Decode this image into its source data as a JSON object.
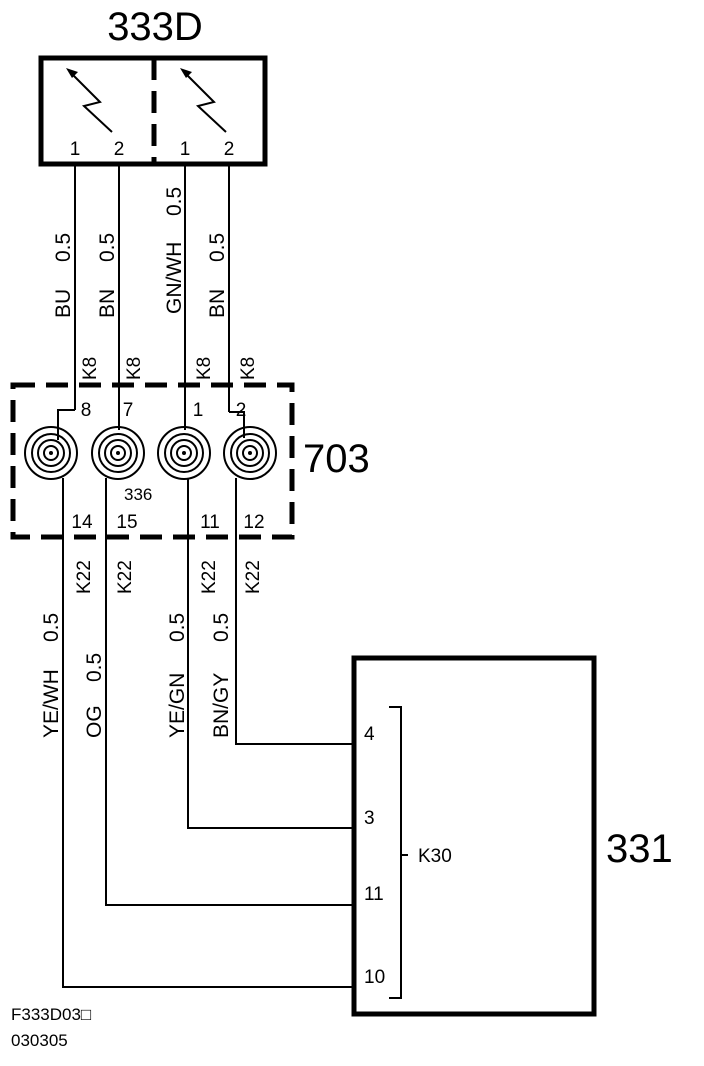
{
  "switch_block": {
    "id": "333D",
    "left_pins": [
      "1",
      "2"
    ],
    "right_pins": [
      "1",
      "2"
    ]
  },
  "upper_wires": [
    {
      "color": "BU",
      "gauge": "0.5",
      "connector": "K8"
    },
    {
      "color": "BN",
      "gauge": "0.5",
      "connector": "K8"
    },
    {
      "color": "GN/WH",
      "gauge": "0.5",
      "connector": "K8"
    },
    {
      "color": "BN",
      "gauge": "0.5",
      "connector": "K8"
    }
  ],
  "clockspring": {
    "id": "703",
    "label": "336",
    "top_pins": [
      "8",
      "7",
      "1",
      "2"
    ],
    "bottom_pins": [
      "14",
      "15",
      "11",
      "12"
    ]
  },
  "lower_wires": [
    {
      "color": "YE/WH",
      "gauge": "0.5",
      "connector": "K22"
    },
    {
      "color": "OG",
      "gauge": "0.5",
      "connector": "K22"
    },
    {
      "color": "YE/GN",
      "gauge": "0.5",
      "connector": "K22"
    },
    {
      "color": "BN/GY",
      "gauge": "0.5",
      "connector": "K22"
    }
  ],
  "module": {
    "id": "331",
    "connector": "K30",
    "pins": [
      "4",
      "3",
      "11",
      "10"
    ]
  },
  "footer": {
    "code": "F333D03□",
    "date": "030305"
  }
}
